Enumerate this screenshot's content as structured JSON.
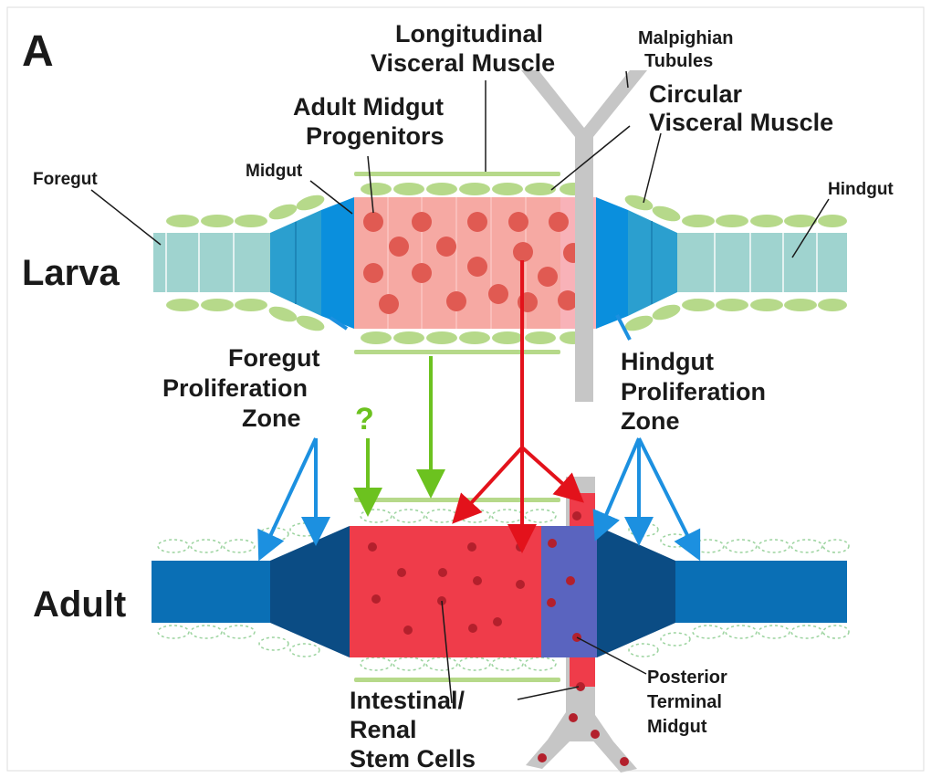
{
  "panel_label": "A",
  "stages": {
    "larva": "Larva",
    "adult": "Adult"
  },
  "labels": {
    "longitudinal_muscle": [
      "Longitudinal",
      "Visceral Muscle"
    ],
    "malpighian_tubules": [
      "Malpighian",
      "Tubules"
    ],
    "circular_muscle": [
      "Circular",
      "Visceral Muscle"
    ],
    "adult_midgut_progenitors": [
      "Adult Midgut",
      "Progenitors"
    ],
    "foregut": "Foregut",
    "midgut": "Midgut",
    "hindgut": "Hindgut",
    "foregut_prolif": [
      "Foregut",
      "Proliferation",
      "Zone"
    ],
    "hindgut_prolif": [
      "Hindgut",
      "Proliferation",
      "Zone"
    ],
    "question_mark": "?",
    "posterior_terminal_midgut": [
      "Posterior",
      "Terminal",
      "Midgut"
    ],
    "stem_cells": [
      "Intestinal/",
      "Renal",
      "Stem Cells"
    ]
  },
  "colors": {
    "foregut_light": "#9fd3cf",
    "ring_blue": "#2b9fcf",
    "mid_blue": "#0a6fb5",
    "dark_blue": "#0b4c84",
    "midgut_larva": "#f6a9a3",
    "midgut_adult": "#ef3c4a",
    "ptm": "#5a64bf",
    "muscle_green": "#b6d98a",
    "arrow_green": "#6cc21f",
    "arrow_red": "#e3121b",
    "arrow_blue": "#1c90e0",
    "tubule_grey": "#c6c6c6"
  }
}
